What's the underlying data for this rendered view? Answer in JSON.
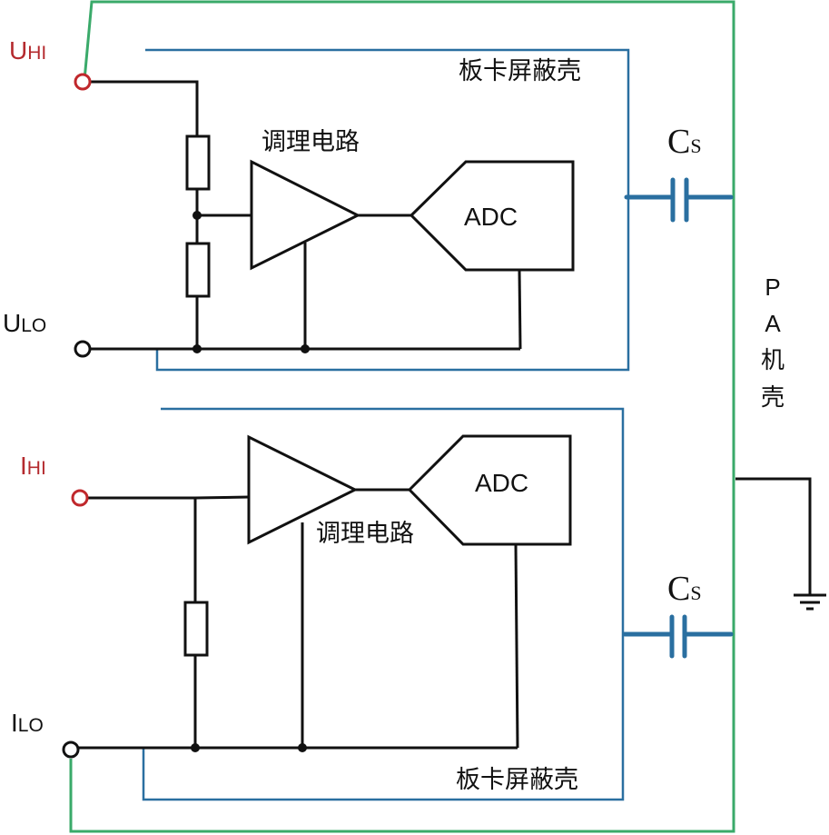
{
  "diagram": {
    "type": "circuit-schematic",
    "colors": {
      "wire": "#111111",
      "board_shield": "#2a6fa0",
      "chassis": "#3aaa6a",
      "terminal_hi": "#c0282c",
      "terminal_lo": "#111111"
    },
    "voltage_channel": {
      "terminal_hi": {
        "main": "U",
        "sub": "HI"
      },
      "terminal_lo": {
        "main": "U",
        "sub": "LO"
      },
      "conditioning_label": "调理电路",
      "adc_label": "ADC",
      "shield_label": "板卡屏蔽壳",
      "capacitor": {
        "main": "C",
        "sub": "S"
      }
    },
    "current_channel": {
      "terminal_hi": {
        "main": "I",
        "sub": "HI"
      },
      "terminal_lo": {
        "main": "I",
        "sub": "LO"
      },
      "conditioning_label": "调理电路",
      "adc_label": "ADC",
      "shield_label": "板卡屏蔽壳",
      "capacitor": {
        "main": "C",
        "sub": "S"
      }
    },
    "chassis_label": [
      "P",
      "A",
      "机",
      "壳"
    ],
    "ground_symbol": "earth-ground"
  }
}
